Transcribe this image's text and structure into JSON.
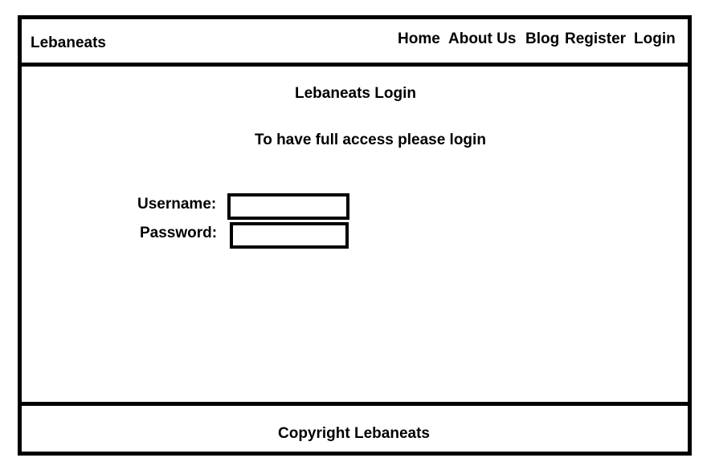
{
  "header": {
    "brand": "Lebaneats",
    "nav": {
      "home": "Home",
      "about": "About Us",
      "blog": "Blog",
      "register": "Register",
      "login": "Login"
    }
  },
  "main": {
    "title": "Lebaneats Login",
    "subtitle": "To have full access please login",
    "form": {
      "username_label": "Username:",
      "username_value": "",
      "password_label": "Password:",
      "password_value": ""
    }
  },
  "footer": {
    "copyright": "Copyright Lebaneats"
  }
}
